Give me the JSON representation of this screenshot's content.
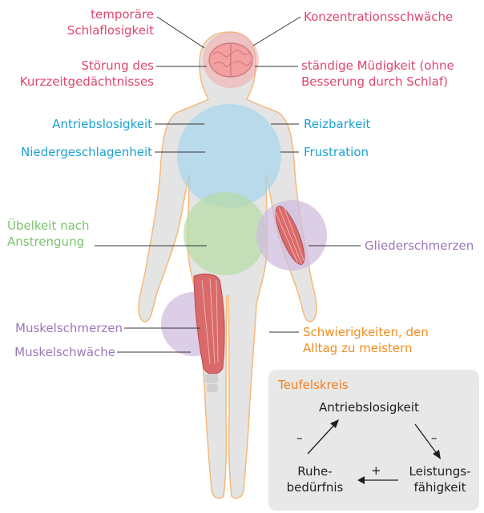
{
  "colors": {
    "body_fill": "#e4e4e4",
    "body_outline": "#f5b97a",
    "brain_circle": "#f4a8a8",
    "blue_circle": "#9fd4ec",
    "green_circle": "#b7dba5",
    "purple_circle": "#cfbedd",
    "box_bg": "#e8e8e8",
    "pink_text": "#e0466e",
    "cyan_text": "#1ba3d4",
    "green_text": "#7cc36b",
    "purple_text": "#9a78b8",
    "orange_text": "#f28c1e"
  },
  "icons": [
    "brain-icon",
    "arm-muscle-icon",
    "thigh-muscle-icon"
  ],
  "labels": {
    "temp_sleep": [
      "temporäre",
      "Schlaflosigkeit"
    ],
    "concentration": "Konzentrationsschwäche",
    "memory": [
      "Störung des",
      "Kurzzeitgedächtnisses"
    ],
    "fatigue": [
      "ständige Müdigkeit (ohne",
      "Besserung durch Schlaf)"
    ],
    "drive": "Antriebslosigkeit",
    "irritability": "Reizbarkeit",
    "depressed": "Niedergeschlagenheit",
    "frustration": "Frustration",
    "nausea": [
      "Übelkeit nach",
      "Anstrengung"
    ],
    "limb_pain": "Gliederschmerzen",
    "muscle_pain": "Muskelschmerzen",
    "muscle_weakness": "Muskelschwäche",
    "daily_life": [
      "Schwierigkeiten, den",
      "Alltag zu meistern"
    ]
  },
  "cycle": {
    "title": "Teufelskreis",
    "top": "Antriebslosigkeit",
    "left": [
      "Ruhe-",
      "bedürfnis"
    ],
    "right": [
      "Leistungs-",
      "fähigkeit"
    ],
    "sign_left": "–",
    "sign_right": "–",
    "sign_bottom": "+"
  }
}
